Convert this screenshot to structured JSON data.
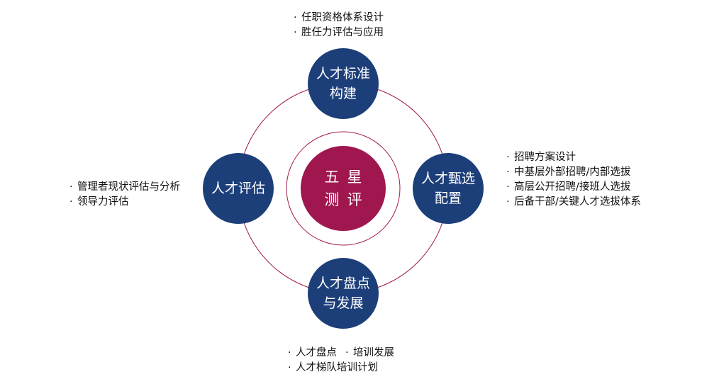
{
  "center": {
    "line1": "五星",
    "line2": "测评"
  },
  "nodes": {
    "top": {
      "line1": "人才标准",
      "line2": "构建"
    },
    "right": {
      "line1": "人才甄选",
      "line2": "配置"
    },
    "bottom": {
      "line1": "人才盘点",
      "line2": "与发展"
    },
    "left": {
      "line1": "人才评估"
    }
  },
  "bullets": {
    "top": [
      "任职资格体系设计",
      "胜任力评估与应用"
    ],
    "right": [
      "招聘方案设计",
      "中基层外部招聘/内部选拔",
      "高层公开招聘/接班人选拔",
      "后备干部/关键人才选拔体系"
    ],
    "left": [
      "管理者现状评估与分析",
      "领导力评估"
    ],
    "bottom": {
      "row1": [
        "人才盘点",
        "培训发展"
      ],
      "row2": [
        "人才梯队培训计划"
      ]
    }
  },
  "bullet_marker": "·",
  "colors": {
    "node_blue": "#1c3f7a",
    "center_magenta": "#a0174f",
    "ring": "#a0174f"
  }
}
